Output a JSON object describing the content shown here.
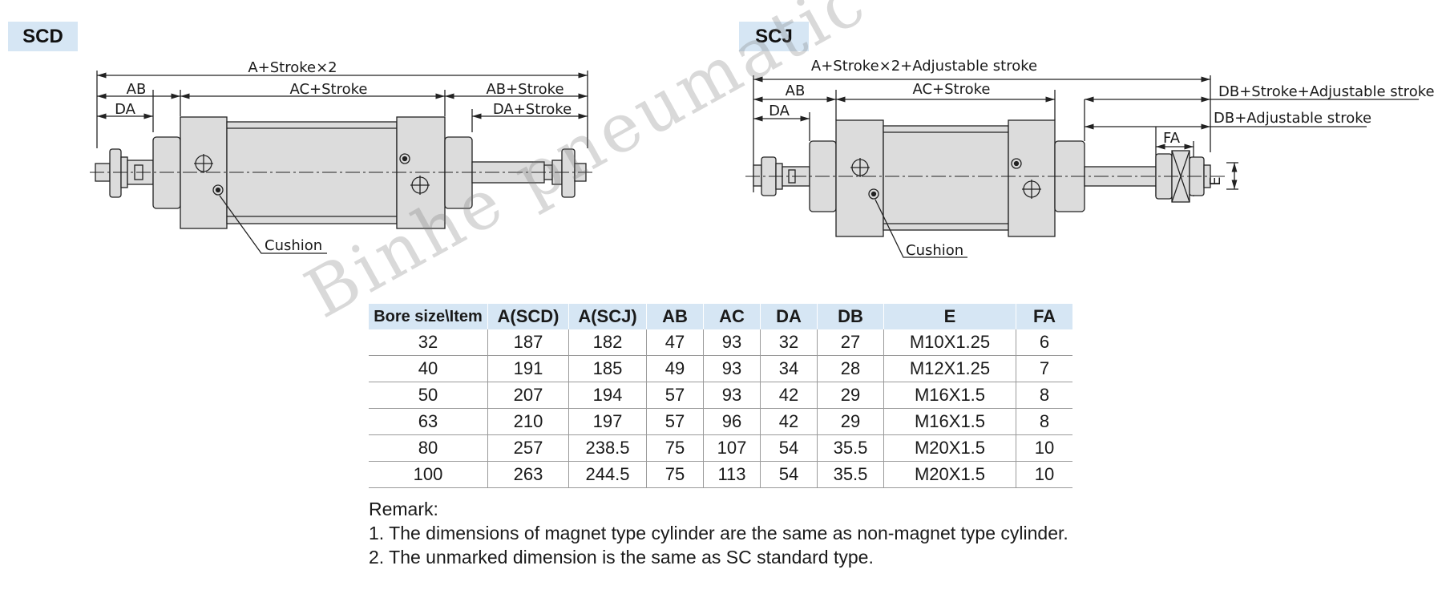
{
  "scd": {
    "tag": "SCD",
    "dim_total": "A+Stroke×2",
    "dim_ab": "AB",
    "dim_ac": "AC+Stroke",
    "dim_ab_stroke": "AB+Stroke",
    "dim_da": "DA",
    "dim_da_stroke": "DA+Stroke",
    "cushion": "Cushion"
  },
  "scj": {
    "tag": "SCJ",
    "dim_total": "A+Stroke×2+Adjustable stroke",
    "dim_ab": "AB",
    "dim_ac": "AC+Stroke",
    "dim_db_stroke_adj": "DB+Stroke+Adjustable stroke",
    "dim_da": "DA",
    "dim_db_adj": "DB+Adjustable stroke",
    "dim_fa": "FA",
    "dim_e": "E",
    "cushion": "Cushion"
  },
  "table": {
    "headers": [
      "Bore size\\Item",
      "A(SCD)",
      "A(SCJ)",
      "AB",
      "AC",
      "DA",
      "DB",
      "E",
      "FA"
    ],
    "rows": [
      [
        "32",
        "187",
        "182",
        "47",
        "93",
        "32",
        "27",
        "M10X1.25",
        "6"
      ],
      [
        "40",
        "191",
        "185",
        "49",
        "93",
        "34",
        "28",
        "M12X1.25",
        "7"
      ],
      [
        "50",
        "207",
        "194",
        "57",
        "93",
        "42",
        "29",
        "M16X1.5",
        "8"
      ],
      [
        "63",
        "210",
        "197",
        "57",
        "96",
        "42",
        "29",
        "M16X1.5",
        "8"
      ],
      [
        "80",
        "257",
        "238.5",
        "75",
        "107",
        "54",
        "35.5",
        "M20X1.5",
        "10"
      ],
      [
        "100",
        "263",
        "244.5",
        "75",
        "113",
        "54",
        "35.5",
        "M20X1.5",
        "10"
      ]
    ]
  },
  "remarks": {
    "title": "Remark:",
    "line1": "1. The dimensions of magnet type cylinder are the same as non-magnet type cylinder.",
    "line2": "2. The unmarked dimension is the same as SC standard type."
  },
  "watermark": "Binhe pneumatic Store",
  "colors": {
    "header_bg": "#d6e6f4",
    "drawing_fill": "#dcdcdc",
    "line": "#222222"
  }
}
